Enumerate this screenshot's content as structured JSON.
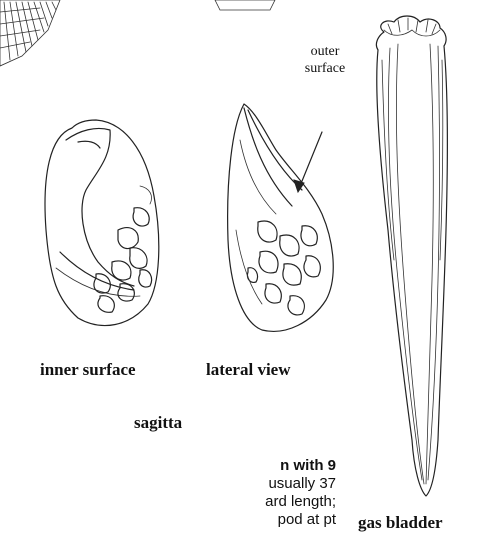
{
  "labels": {
    "outer_surface_line1": "outer",
    "outer_surface_line2": "surface",
    "inner_surface": "inner surface",
    "lateral_view": "lateral view",
    "sagitta": "sagitta",
    "gas_bladder": "gas bladder"
  },
  "body_text": {
    "line1": "n with 9",
    "line2": "usually 37",
    "line3": "ard length;",
    "line4": "pod at pt"
  }
}
